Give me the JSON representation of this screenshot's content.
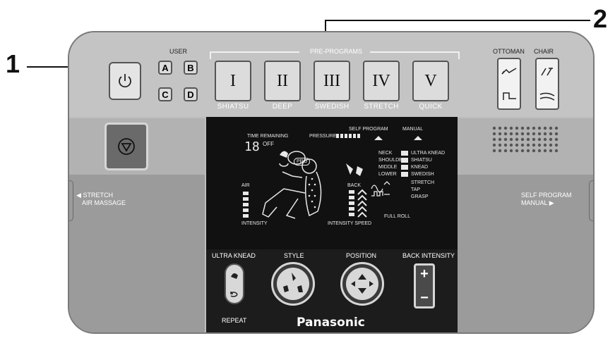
{
  "callouts": {
    "one": "1",
    "two": "2"
  },
  "user": {
    "label": "USER",
    "buttons": [
      "A",
      "B",
      "C",
      "D"
    ]
  },
  "preprograms": {
    "label": "PRE-PROGRAMS",
    "buttons": [
      {
        "glyph": "I",
        "caption": "SHIATSU"
      },
      {
        "glyph": "II",
        "caption": "DEEP"
      },
      {
        "glyph": "III",
        "caption": "SWEDISH"
      },
      {
        "glyph": "IV",
        "caption": "STRETCH"
      },
      {
        "glyph": "V",
        "caption": "QUICK"
      }
    ]
  },
  "ottoman_label": "OTTOMAN",
  "chair_label": "CHAIR",
  "left_side_label": [
    "STRETCH",
    "AIR MASSAGE"
  ],
  "right_side_label": [
    "SELF PROGRAM",
    "MANUAL"
  ],
  "lcd": {
    "time_remaining": "TIME REMAINING",
    "time_value": "18",
    "off": "OFF",
    "pressure": "PRESSURE",
    "self_program": "SELF PROGRAM",
    "manual": "MANUAL",
    "pro": "PRO",
    "zones": [
      "NECK",
      "SHOULDER",
      "MIDDLE",
      "LOWER"
    ],
    "styles": [
      "ULTRA KNEAD",
      "SHIATSU",
      "KNEAD",
      "SWEDISH",
      "STRETCH",
      "TAP",
      "GRASP"
    ],
    "air": "AIR",
    "intensity": "INTENSITY",
    "back": "BACK",
    "intensity_speed": "INTENSITY SPEED",
    "full_roll": "FULL ROLL"
  },
  "controls": {
    "ultra_knead": "ULTRA KNEAD",
    "repeat": "REPEAT",
    "style": "STYLE",
    "position": "POSITION",
    "back_intensity": "BACK INTENSITY",
    "plus": "+",
    "minus": "−"
  },
  "brand": "Panasonic"
}
